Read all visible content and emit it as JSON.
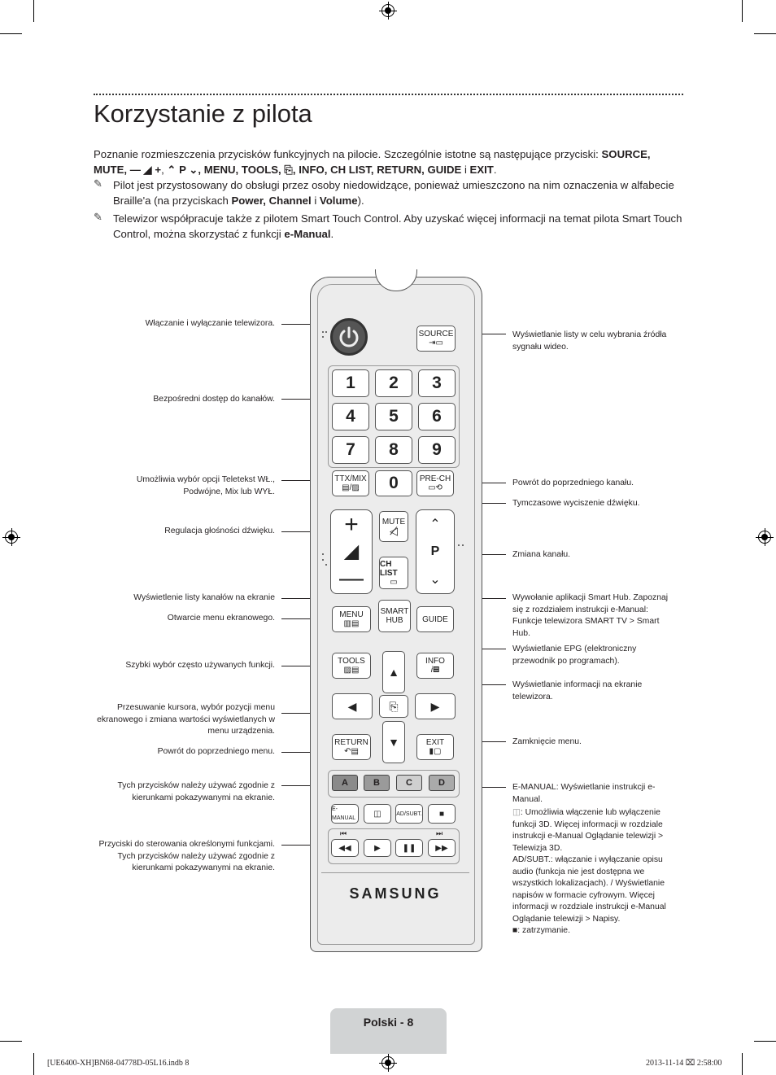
{
  "title": "Korzystanie z pilota",
  "intro_line1": "Poznanie rozmieszczenia przycisków funkcyjnych na pilocie. Szczególnie istotne są następujące przyciski:",
  "intro_source": "SOURCE,",
  "intro_line2_a": "MUTE,",
  "intro_vol": "— ◢ +",
  "intro_p": "⌃ P ⌄",
  "intro_keys": ", MENU, TOOLS, ⎘, INFO, CH LIST, RETURN, GUIDE",
  "intro_i": " i ",
  "intro_exit": "EXIT",
  "note_symbol": "✎",
  "note1_a": "Pilot jest przystosowany do obsługi przez osoby niedowidzące, ponieważ umieszczono na nim oznaczenia w alfabecie Braille'a (na przyciskach",
  "note1_b": "Power, Channel",
  "note1_c": " i ",
  "note1_d": "Volume",
  "note1_e": ").",
  "note2_a": "Telewizor współpracuje także z pilotem Smart Touch Control. Aby uzyskać więcej informacji na temat pilota Smart Touch Control, można skorzystać z funkcji",
  "note2_b": "e-Manual",
  "note2_c": ".",
  "left_annotations": [
    "Włączanie i wyłączanie telewizora.",
    "Bezpośredni dostęp do kanałów.",
    "Umożliwia wybór opcji Teletekst WŁ., Podwójne, Mix lub WYŁ.",
    "Regulacja głośności dźwięku.",
    "Wyświetlenie listy kanałów na ekranie",
    "Otwarcie menu ekranowego.",
    "Szybki wybór często używanych funkcji.",
    "Przesuwanie kursora, wybór pozycji menu ekranowego i zmiana wartości wyświetlanych w menu urządzenia.",
    "Powrót do poprzedniego menu.",
    "Tych przycisków należy używać zgodnie z kierunkami pokazywanymi na ekranie.",
    "Przyciski do sterowania określonymi funkcjami. Tych przycisków należy używać zgodnie z kierunkami pokazywanymi na ekranie."
  ],
  "right_annotations": {
    "source": "Wyświetlanie listy w celu wybrania źródła sygnału wideo.",
    "prech": "Powrót do poprzedniego kanału.",
    "mute": "Tymczasowe wyciszenie dźwięku.",
    "channel": "Zmiana kanału.",
    "smarthub_a": "Wywołanie aplikacji ",
    "smarthub_b": "Smart Hub",
    "smarthub_c": ". Zapoznaj się z rozdziałem instrukcji e-Manual: ",
    "smarthub_d": "Funkcje telewizora SMART TV",
    "smarthub_e": " > ",
    "smarthub_f": "Smart Hub",
    "smarthub_g": ".",
    "epg_a": "Wyświetlanie ",
    "epg_b": "EPG",
    "epg_c": " (elektroniczny przewodnik po programach).",
    "info": "Wyświetlanie informacji na ekranie telewizora.",
    "exit": "Zamknięcie menu.",
    "emanual_a": "E-MANUAL:",
    "emanual_b": " Wyświetlanie instrukcji e-Manual.",
    "threed_a": ": Umożliwia włączenie lub wyłączenie funkcji 3D. Więcej informacji w rozdziale instrukcji e-Manual ",
    "threed_b": "Oglądanie telewizji",
    "threed_c": " > ",
    "threed_d": "Telewizja 3D",
    "threed_e": ".",
    "adsubt_a": "AD/SUBT.",
    "adsubt_b": ": włączanie i wyłączanie opisu audio (funkcja nie jest dostępna we wszystkich lokalizacjach). / Wyświetlanie napisów w formacie cyfrowym. Więcej informacji w rozdziale instrukcji e-Manual ",
    "adsubt_c": "Oglądanie telewizji",
    "adsubt_d": " > ",
    "adsubt_e": "Napisy",
    "adsubt_f": ".",
    "stop": ": zatrzymanie."
  },
  "remote": {
    "source": "SOURCE",
    "digits": [
      "1",
      "2",
      "3",
      "4",
      "5",
      "6",
      "7",
      "8",
      "9",
      "0"
    ],
    "ttx": "TTX/MIX",
    "prech": "PRE-CH",
    "mute": "MUTE",
    "p": "P",
    "chlist": "CH LIST",
    "menu": "MENU",
    "smart": "SMART",
    "hub": "HUB",
    "guide": "GUIDE",
    "tools": "TOOLS",
    "info": "INFO",
    "ret": "RETURN",
    "exit": "EXIT",
    "colors": [
      "A",
      "B",
      "C",
      "D"
    ],
    "emanual": "E-MANUAL",
    "adsubt": "AD/SUBT.",
    "brand": "SAMSUNG"
  },
  "footer": {
    "page": "Polski - 8",
    "file": "[UE6400-XH]BN68-04778D-05L16.indb   8",
    "date": "2013-11-14   ⌧ 2:58:00"
  },
  "colors": {
    "color_key_a": "#8a8a8a",
    "color_key_b": "#9a9a9a",
    "color_key_c": "#cfcfcf",
    "color_key_d": "#aaaaaa",
    "footer_tab": "#d1d3d4"
  }
}
